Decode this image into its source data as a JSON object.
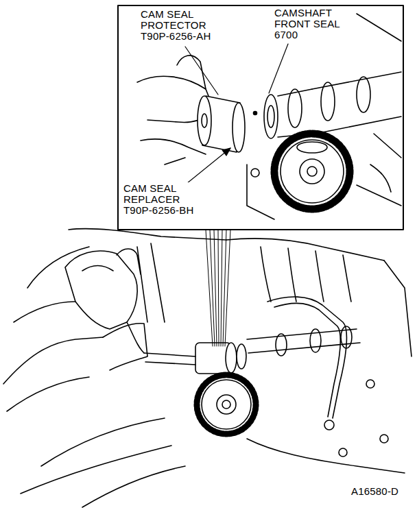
{
  "diagram": {
    "labels": [
      "CAM SEAL PROTECTOR T90P-6256-AH",
      "CAMSHAFT FRONT SEAL 6700",
      "CAM SEAL REPLACER T90P-6256-BH",
      "A16580-D"
    ]
  }
}
